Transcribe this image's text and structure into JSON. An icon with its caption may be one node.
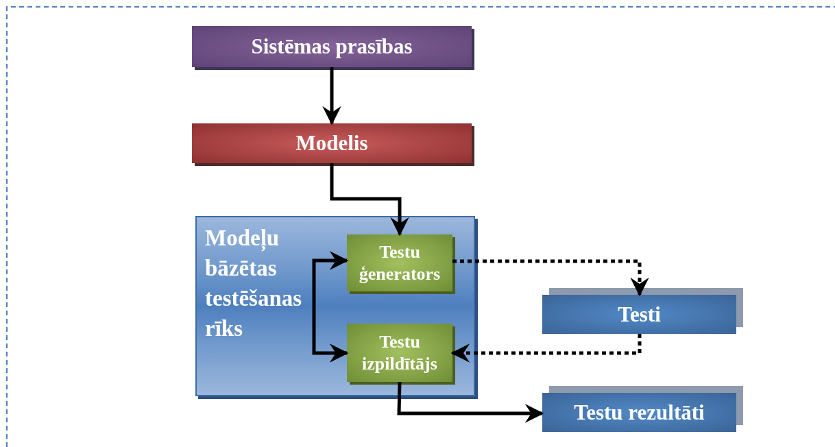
{
  "diagram": {
    "nodes": [
      {
        "text": [
          "Sistēmas prasības"
        ]
      },
      {
        "text": [
          "Modelis"
        ]
      },
      {
        "text": [
          "Modeļu bāzētas testēšanas rīks"
        ]
      },
      {
        "text": [
          "Testu ģenerators"
        ],
        "in": 2
      },
      {
        "text": [
          "Testu izpildītājs"
        ],
        "in": 2
      },
      {
        "text": [
          "Testi"
        ]
      },
      {
        "text": [
          "Testu rezultāti"
        ]
      }
    ],
    "edges": [
      {
        "from": 0,
        "to": 1,
        "arrow": "to"
      },
      {
        "from": 1,
        "to": 3,
        "arrow": "to"
      },
      {
        "from": 3,
        "to": 4,
        "arrow": "both"
      },
      {
        "from": 3,
        "to": 5,
        "arrow": "to",
        "style": "dashed"
      },
      {
        "from": 5,
        "to": 4,
        "arrow": "to",
        "style": "dashed"
      },
      {
        "from": 4,
        "to": 6,
        "arrow": "to"
      }
    ]
  }
}
